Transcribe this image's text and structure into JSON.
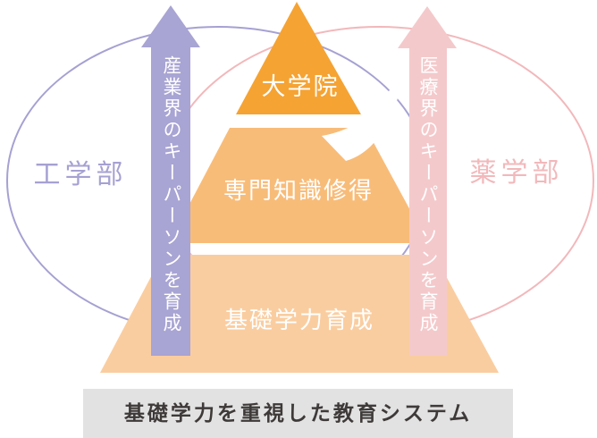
{
  "canvas": {
    "background": "#ffffff"
  },
  "left_side": {
    "faculty_label": "工学部",
    "arrow_label": "産業界のキーパーソンを育成",
    "label_color": "#A5A1D2",
    "arrow_fill": "#A8A4D3",
    "ellipse_stroke": "#A5A1D2",
    "arrow_text_color": "#ffffff"
  },
  "right_side": {
    "faculty_label": "薬学部",
    "arrow_label": "医療界のキーパーソンを育成",
    "label_color": "#F2B8BB",
    "arrow_fill": "#F4C9CB",
    "ellipse_stroke": "#F2B8BB",
    "arrow_text_color": "#ffffff"
  },
  "pyramid": {
    "text_color": "#ffffff",
    "levels": [
      {
        "label": "大学院",
        "fill": "#F5A333"
      },
      {
        "label": "専門知識修得",
        "fill": "#F8BC79"
      },
      {
        "label": "基礎学力育成",
        "fill": "#FACDA0"
      }
    ]
  },
  "footer": {
    "label": "基礎学力を重視した教育システム",
    "bg": "#E2E2E2",
    "text_color": "#3E3A39"
  }
}
